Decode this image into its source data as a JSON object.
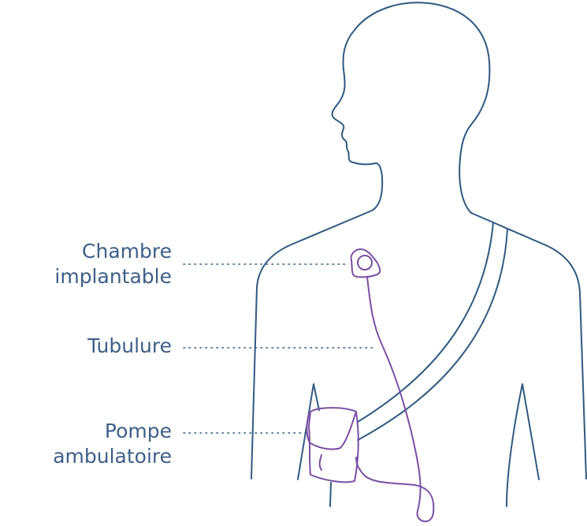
{
  "labels": {
    "chambre": {
      "line1": "Chambre",
      "line2": "implantable"
    },
    "tubulure": {
      "line1": "Tubulure"
    },
    "pompe": {
      "line1": "Pompe",
      "line2": "ambulatoire"
    }
  },
  "colors": {
    "outline": "#2f5a82",
    "device": "#7b4fa3",
    "label_text": "#3e5f88",
    "background": "#ffffff"
  }
}
